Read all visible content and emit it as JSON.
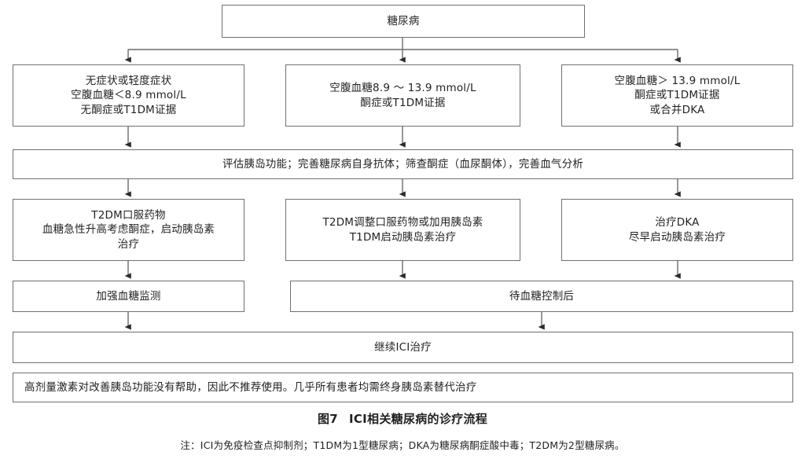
{
  "figure": {
    "caption_number": "图7",
    "caption_title": "ICI相关糖尿病的诊疗流程",
    "footnote": "注：ICI为免疫检查点抑制剂；T1DM为1型糖尿病；DKA为糖尿病酮症酸中毒；T2DM为2型糖尿病。"
  },
  "colors": {
    "box_border": "#6f7073",
    "text": "#231f20",
    "connector": "#4d4d4f",
    "background": "#ffffff"
  },
  "nodes": {
    "root": {
      "id": "diabetes",
      "label": "糖尿病"
    },
    "severity": [
      {
        "id": "mild",
        "label": "无症状或轻度症状\n空腹血糖＜8.9 mmol/L\n无酮症或T1DM证据"
      },
      {
        "id": "moderate",
        "label": "空腹血糖8.9 ～ 13.9 mmol/L\n酮症或T1DM证据"
      },
      {
        "id": "severe",
        "label": "空腹血糖＞ 13.9 mmol/L\n酮症或T1DM证据\n或合并DKA"
      }
    ],
    "assessment": {
      "id": "assessment",
      "label": "评估胰岛功能；完善糖尿病自身抗体；筛查酮症（血尿酮体），完善血气分析"
    },
    "treatment": [
      {
        "id": "treat-mild",
        "label": "T2DM口服药物\n血糖急性升高考虑酮症，启动胰岛素\n治疗"
      },
      {
        "id": "treat-moderate",
        "label": "T2DM调整口服药物或加用胰岛素\nT1DM启动胰岛素治疗"
      },
      {
        "id": "treat-severe",
        "label": "治疗DKA\n尽早启动胰岛素治疗"
      }
    ],
    "monitoring": [
      {
        "id": "monitor-glucose",
        "label": "加强血糖监测"
      },
      {
        "id": "await-control",
        "label": "待血糖控制后"
      }
    ],
    "continue_ici": {
      "id": "continue-ici",
      "label": "继续ICI治疗"
    },
    "note": {
      "id": "steroid-note",
      "label": "高剂量激素对改善胰岛功能没有帮助，因此不推荐使用。几乎所有患者均需终身胰岛素替代治疗"
    }
  }
}
